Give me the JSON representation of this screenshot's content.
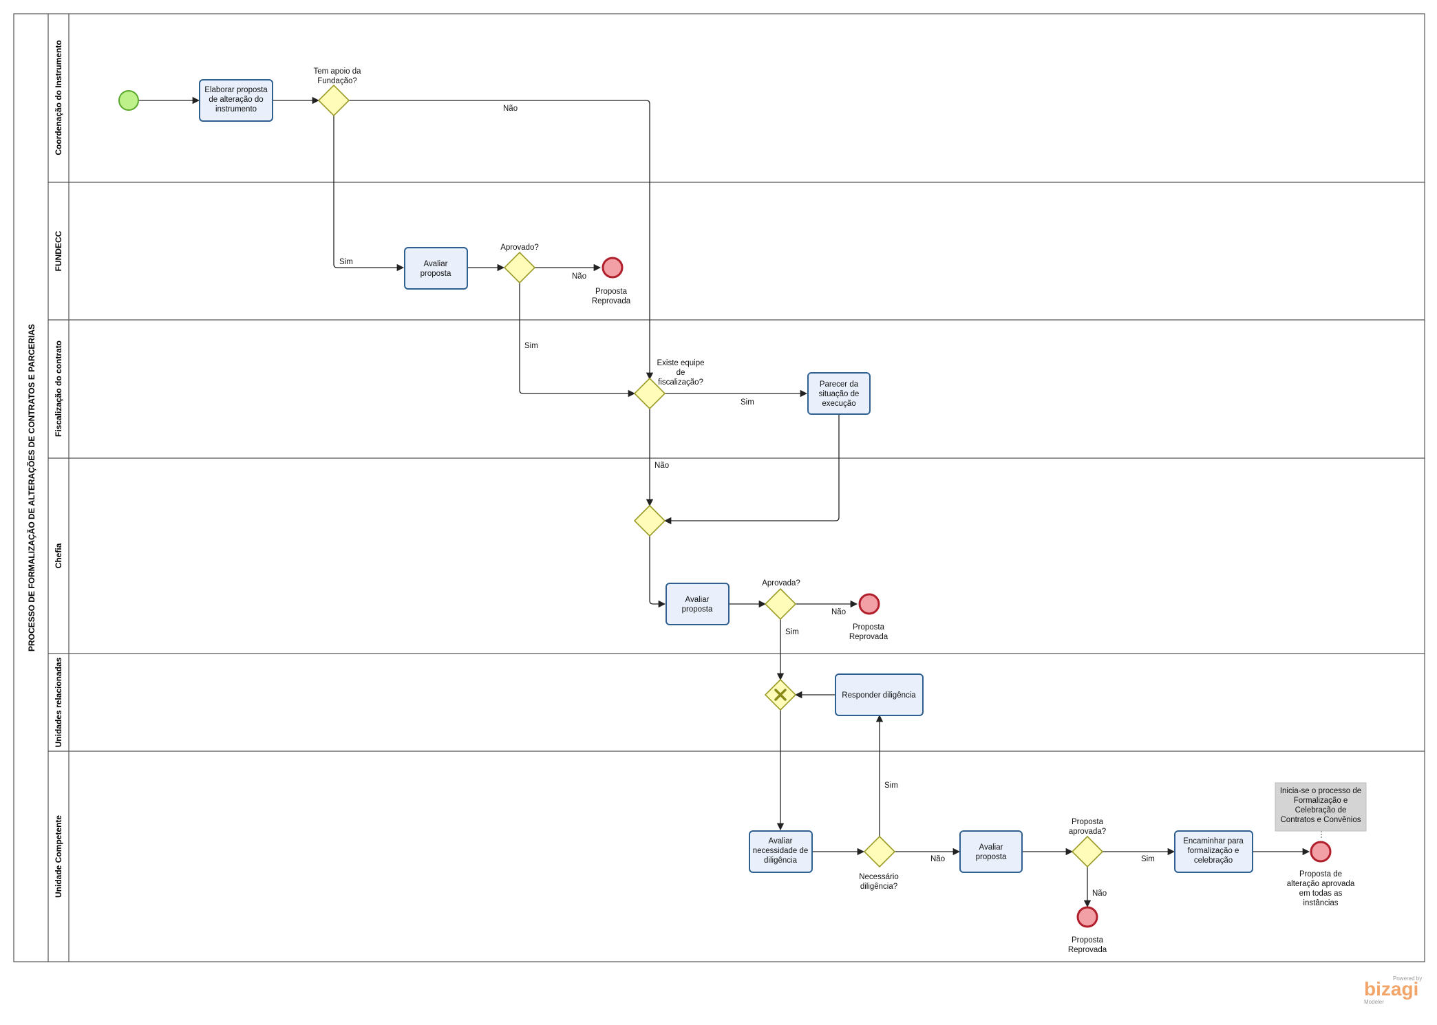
{
  "pool": {
    "title": "PROCESSO DE FORMALIZAÇÃO DE ALTERAÇÕES DE CONTRATOS E PARCERIAS"
  },
  "lanes": [
    {
      "title": "Coordenação do Instrumento"
    },
    {
      "title": "FUNDECC"
    },
    {
      "title": "Fiscalização do contrato"
    },
    {
      "title": "Chefia"
    },
    {
      "title": "Unidades relacionadas"
    },
    {
      "title": "Unidade Competente"
    }
  ],
  "tasks": {
    "elaborar": [
      "Elaborar proposta",
      "de alteração do",
      "instrumento"
    ],
    "avaliar_fundecc": [
      "Avaliar",
      "proposta"
    ],
    "parecer": [
      "Parecer da",
      "situação de",
      "execução"
    ],
    "avaliar_chefia": [
      "Avaliar",
      "proposta"
    ],
    "responder": [
      "Responder diligência"
    ],
    "avaliar_necessidade": [
      "Avaliar",
      "necessidade de",
      "diligência"
    ],
    "avaliar_uc": [
      "Avaliar",
      "proposta"
    ],
    "encaminhar": [
      "Encaminhar para",
      "formalização e",
      "celebração"
    ]
  },
  "gateways": {
    "apoio": [
      "Tem apoio da",
      "Fundação?"
    ],
    "aprovado_fundecc": [
      "Aprovado?"
    ],
    "equipe": [
      "Existe equipe",
      "de",
      "fiscalização?"
    ],
    "aprovada_chefia": [
      "Aprovada?"
    ],
    "necessario": [
      "Necessário",
      "diligência?"
    ],
    "aprovada_uc": [
      "Proposta",
      "aprovada?"
    ]
  },
  "end_events": {
    "reprovada_fundecc": [
      "Proposta",
      "Reprovada"
    ],
    "reprovada_chefia": [
      "Proposta",
      "Reprovada"
    ],
    "reprovada_uc": [
      "Proposta",
      "Reprovada"
    ],
    "aprovada_final": [
      "Proposta de",
      "alteração aprovada",
      "em todas as",
      "instâncias"
    ]
  },
  "flow_labels": {
    "nao_apoio": "Não",
    "sim_apoio": "Sim",
    "nao_fundecc": "Não",
    "sim_fundecc": "Sim",
    "sim_equipe": "Sim",
    "nao_equipe": "Não",
    "nao_chefia": "Não",
    "sim_chefia": "Sim",
    "sim_necessario": "Sim",
    "nao_necessario": "Não",
    "sim_uc": "Sim",
    "nao_uc": "Não"
  },
  "annotation": [
    "Inicia-se o processo de",
    "Formalização e",
    "Celebração de",
    "Contratos e Convênios"
  ],
  "branding": {
    "powered": "Powered by",
    "name": "bizagi",
    "product": "Modeler",
    "color": "#f2a56a"
  },
  "colors": {
    "task_fill": "#e9f0fb",
    "task_stroke": "#2f5f8e",
    "gateway_fill": "#fefcb8",
    "start_fill": "#bff18a",
    "end_fill": "#f2a0a6",
    "end_stroke": "#b01f2b"
  }
}
